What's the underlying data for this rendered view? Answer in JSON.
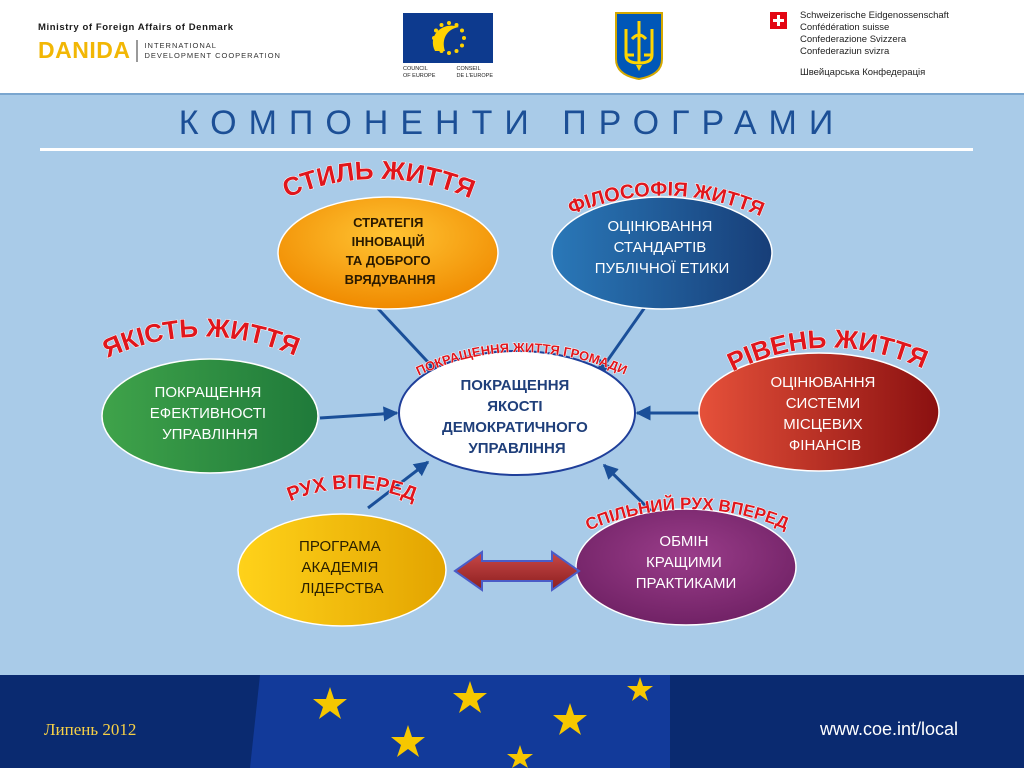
{
  "header": {
    "danida": {
      "ministry": "Ministry of Foreign Affairs of Denmark",
      "word": "DANIDA",
      "sub_line1": "INTERNATIONAL",
      "sub_line2": "DEVELOPMENT COOPERATION"
    },
    "coe": {
      "left_caption_1": "COUNCIL",
      "left_caption_2": "OF EUROPE",
      "right_caption_1": "CONSEIL",
      "right_caption_2": "DE L'EUROPE"
    },
    "swiss": {
      "line1": "Schweizerische Eidgenossenschaft",
      "line2": "Confédération suisse",
      "line3": "Confederazione Svizzera",
      "line4": "Confederaziun svizra",
      "ua": "Швейцарська Конфедерація"
    }
  },
  "title": "КОМПОНЕНТИ ПРОГРАМИ",
  "center": {
    "lines": [
      "ПОКРАЩЕННЯ",
      "ЯКОСТІ",
      "ДЕМОКРАТИЧНОГО",
      "УПРАВЛІННЯ"
    ],
    "arc_label": "ПОКРАЩЕННЯ ЖИТТЯ ГРОМАДИ"
  },
  "nodes": {
    "strategy": {
      "lines": [
        "СТРАТЕГІЯ",
        "ІННОВАЦІЙ",
        "ТА ДОБРОГО",
        "ВРЯДУВАННЯ"
      ],
      "arc_label": "СТИЛЬ ЖИТТЯ"
    },
    "ethics": {
      "lines": [
        "ОЦІНЮВАННЯ",
        "СТАНДАРТІВ",
        "ПУБЛІЧНОЇ ЕТИКИ"
      ],
      "arc_label": "ФІЛОСОФІЯ ЖИТТЯ"
    },
    "efficiency": {
      "lines": [
        "ПОКРАЩЕННЯ",
        "ЕФЕКТИВНОСТІ",
        "УПРАВЛІННЯ"
      ],
      "arc_label": "ЯКІСТЬ ЖИТТЯ"
    },
    "finance": {
      "lines": [
        "ОЦІНЮВАННЯ",
        "СИСТЕМИ",
        "МІСЦЕВИХ",
        "ФІНАНСІВ"
      ],
      "arc_label": "РІВЕНЬ ЖИТТЯ"
    },
    "academy": {
      "lines": [
        "ПРОГРАМА",
        "АКАДЕМІЯ",
        "ЛІДЕРСТВА"
      ],
      "arc_label": "РУХ ВПЕРЕД"
    },
    "practices": {
      "lines": [
        "ОБМІН",
        "КРАЩИМИ",
        "ПРАКТИКАМИ"
      ],
      "arc_label": "СПІЛЬНИЙ РУХ ВПЕРЕД"
    }
  },
  "footer": {
    "date": "Липень 2012",
    "url": "www.coe.int/local"
  },
  "colors": {
    "title": "#1c4f96",
    "arc_text": "#e0161c",
    "arrow": "#1a4f99",
    "background": "#a9cbe8"
  }
}
